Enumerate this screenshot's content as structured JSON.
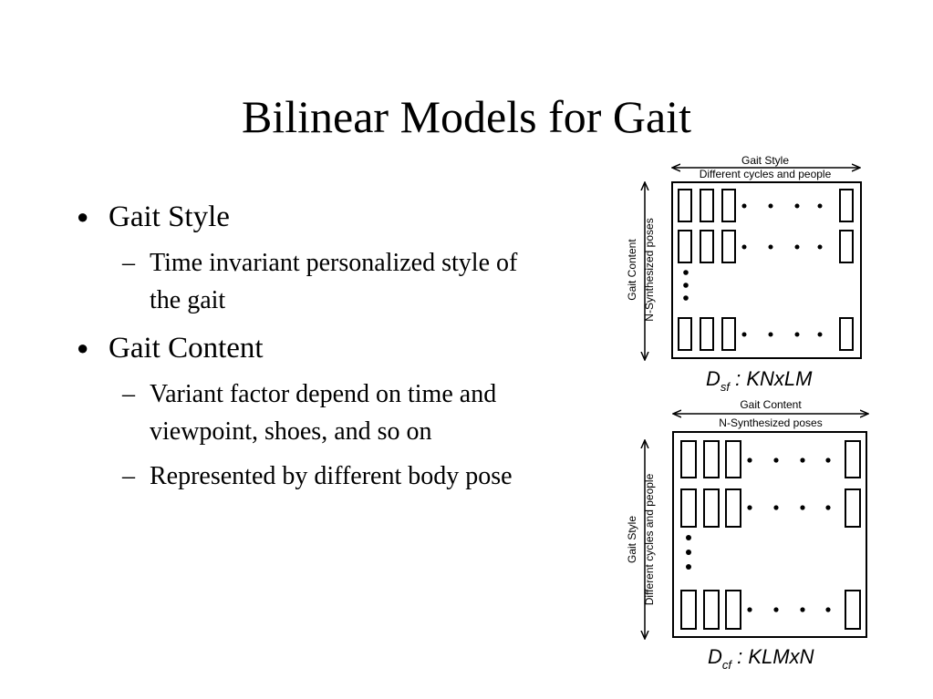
{
  "slide": {
    "title": "Bilinear Models for Gait",
    "bullets": [
      {
        "text": "Gait Style",
        "sub": [
          "Time invariant personalized style of the gait"
        ]
      },
      {
        "text": "Gait Content",
        "sub": [
          "Variant factor depend on time and viewpoint, shoes, and so on",
          "Represented by different body pose"
        ]
      }
    ]
  },
  "diagram_top": {
    "top_label": "Gait Style",
    "top_sublabel": "Different cycles and people",
    "side_label": "Gait Content",
    "side_sublabel": "N-Synthesized poses",
    "caption_main": "D",
    "caption_sub": "sf",
    "caption_rest": " :  KNxLM"
  },
  "diagram_bottom": {
    "top_label": "Gait Content",
    "top_sublabel": "N-Synthesized poses",
    "side_label": "Gait Style",
    "side_sublabel": "Different cycles and people",
    "caption_main": "D",
    "caption_sub": "cf",
    "caption_rest": " :  KLMxN"
  }
}
